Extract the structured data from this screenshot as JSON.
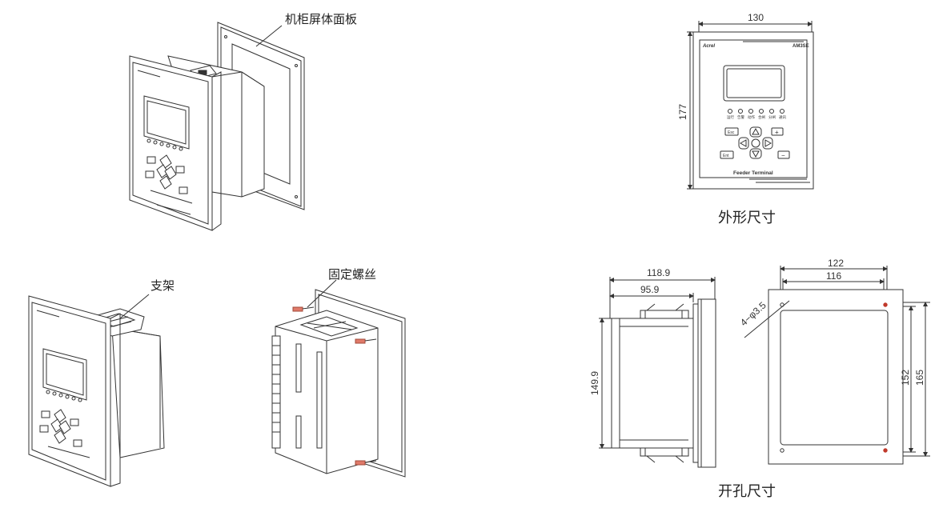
{
  "labels": {
    "cabinet_panel": "机柜屏体面板",
    "bracket": "支架",
    "fixing_screw": "固定螺丝",
    "outline_dimensions": "外形尺寸",
    "cutout_dimensions": "开孔尺寸"
  },
  "device": {
    "brand": "Acrel",
    "model": "AM3SE",
    "name_plate": "Feeder Terminal",
    "indicators": [
      "运行",
      "告警",
      "动作",
      "合闸",
      "分闸",
      "通讯"
    ],
    "keys": {
      "esc": "Esc",
      "enter": "Ent",
      "plus": "+",
      "minus": "−"
    }
  },
  "dimensions": {
    "front_width": "130",
    "front_height": "177",
    "depth_total": "118.9",
    "depth_body": "95.9",
    "side_height": "149.9",
    "cutout_outer_width": "122",
    "cutout_inner_width": "116",
    "cutout_inner_height": "152",
    "cutout_outer_height": "165",
    "hole_spec": "4−φ3.5"
  },
  "colors": {
    "line": "#333333",
    "red_hole": "#c0392b",
    "screw": "#e07a6a"
  }
}
